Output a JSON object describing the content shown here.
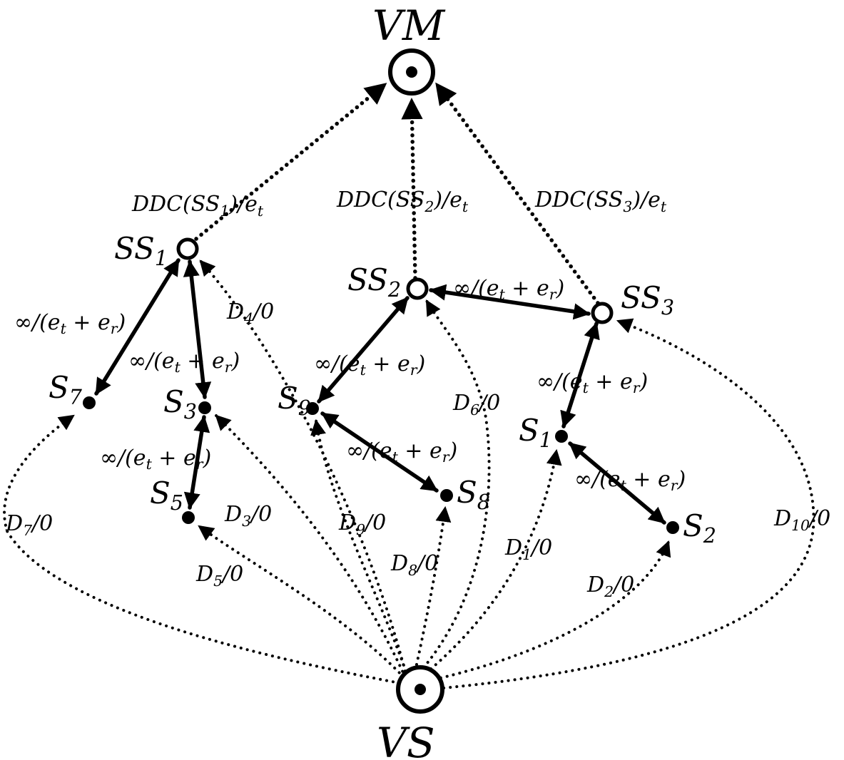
{
  "nodes": {
    "vm": {
      "label": "VM"
    },
    "vs": {
      "label": "VS"
    },
    "ss1": {
      "label": "SS",
      "sub": "1"
    },
    "ss2": {
      "label": "SS",
      "sub": "2"
    },
    "ss3": {
      "label": "SS",
      "sub": "3"
    },
    "s1": {
      "label": "S",
      "sub": "1"
    },
    "s2": {
      "label": "S",
      "sub": "2"
    },
    "s3": {
      "label": "S",
      "sub": "3"
    },
    "s5": {
      "label": "S",
      "sub": "5"
    },
    "s7": {
      "label": "S",
      "sub": "7"
    },
    "s8": {
      "label": "S",
      "sub": "8"
    },
    "s9": {
      "label": "S",
      "sub": "9"
    }
  },
  "edge_labels": {
    "ddc1": {
      "pre": "DDC(SS",
      "sub": "1",
      "post": ")/e",
      "sub2": "t"
    },
    "ddc2": {
      "pre": "DDC(SS",
      "sub": "2",
      "post": ")/e",
      "sub2": "t"
    },
    "ddc3": {
      "pre": "DDC(SS",
      "sub": "3",
      "post": ")/e",
      "sub2": "t"
    },
    "inf": {
      "pre": "∞/(e",
      "sub": "t",
      "mid": " + e",
      "sub2": "r",
      "post": ")"
    },
    "d1": {
      "pre": "D",
      "sub": "1",
      "post": "/0"
    },
    "d2": {
      "pre": "D",
      "sub": "2",
      "post": "/0"
    },
    "d3": {
      "pre": "D",
      "sub": "3",
      "post": "/0"
    },
    "d4": {
      "pre": "D",
      "sub": "4",
      "post": "/0"
    },
    "d5": {
      "pre": "D",
      "sub": "5",
      "post": "/0"
    },
    "d6": {
      "pre": "D",
      "sub": "6",
      "post": "/0"
    },
    "d7": {
      "pre": "D",
      "sub": "7",
      "post": "/0"
    },
    "d8": {
      "pre": "D",
      "sub": "8",
      "post": "/0"
    },
    "d9": {
      "pre": "D",
      "sub": "9",
      "post": "/0"
    },
    "d10": {
      "pre": "D",
      "sub": "10",
      "post": "/0"
    }
  }
}
